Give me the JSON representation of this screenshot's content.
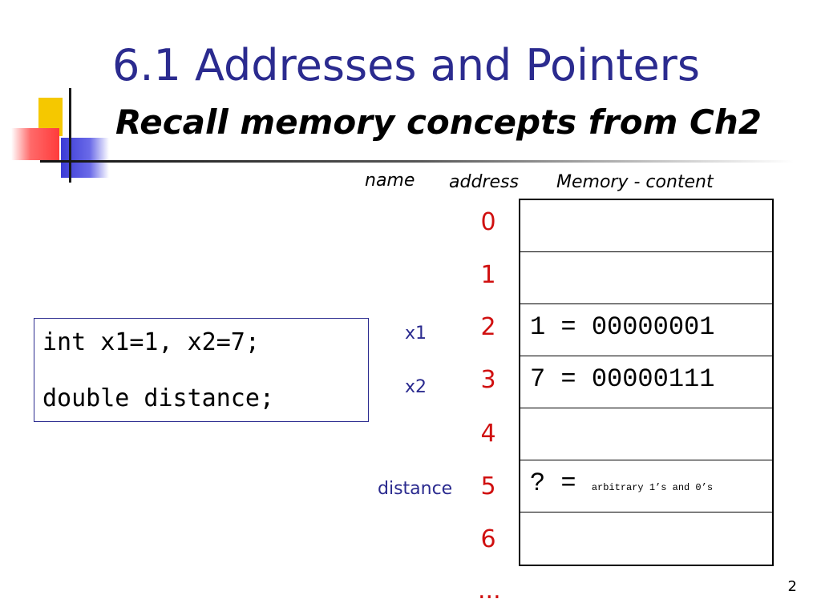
{
  "slide": {
    "title": "6.1 Addresses and Pointers",
    "subtitle": "Recall memory concepts from Ch2",
    "page_number": "2"
  },
  "headers": {
    "name": "name",
    "address": "address",
    "content": "Memory - content"
  },
  "code": {
    "line1": "int x1=1, x2=7;",
    "line2": "double distance;"
  },
  "addresses": [
    "0",
    "1",
    "2",
    "3",
    "4",
    "5",
    "6",
    "..."
  ],
  "names": {
    "x1": "x1",
    "x2": "x2",
    "distance": "distance"
  },
  "memory": {
    "cell0": "",
    "cell1": "",
    "cell2": "1 = 00000001",
    "cell3": "7 = 00000111",
    "cell4": "",
    "cell5_main": "? = ",
    "cell5_small": "arbitrary 1’s and 0’s",
    "cell6": ""
  },
  "colors": {
    "title": "#2b2b8f",
    "address": "#d01010",
    "varname": "#2b2b8f"
  }
}
